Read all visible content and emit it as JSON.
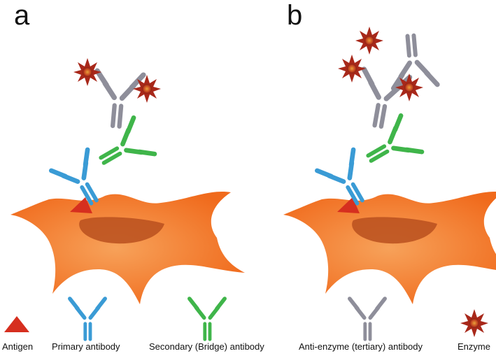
{
  "panels": {
    "a": {
      "letter": "a"
    },
    "b": {
      "letter": "b"
    }
  },
  "legend": {
    "antigen": "Antigen",
    "primary": "Primary antibody",
    "secondary": "Secondary (Bridge) antibody",
    "tertiary": "Anti-enzyme (tertiary) antibody",
    "enzyme": "Enzyme"
  },
  "colors": {
    "antigen": "#d62f1f",
    "primary": "#3a9bd5",
    "secondary": "#3fb54a",
    "tertiary": "#8e8e9a",
    "enzyme": "#a8281a",
    "cell": "#f47b2a",
    "nucleus": "#c2531e"
  }
}
